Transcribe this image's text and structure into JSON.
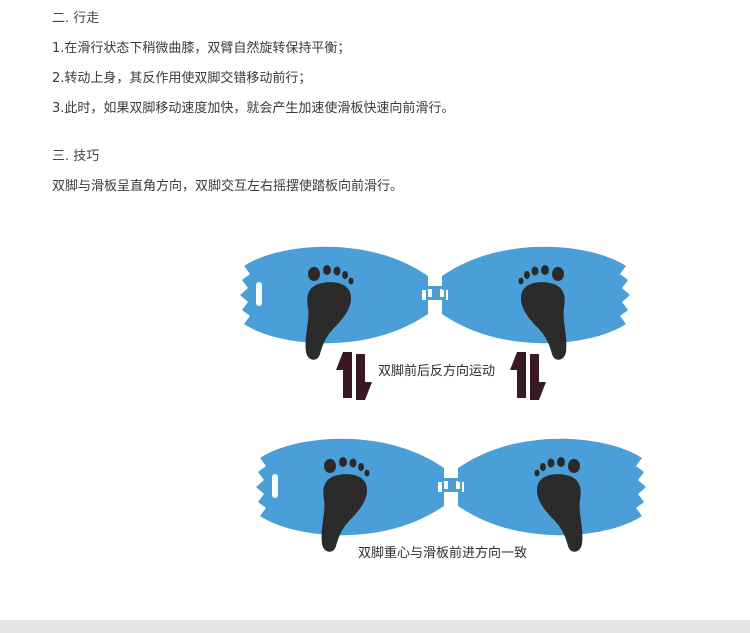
{
  "section_two": {
    "heading": "二. 行走",
    "steps": [
      "1.在滑行状态下稍微曲膝，双臂自然旋转保持平衡；",
      "2.转动上身，其反作用使双脚交错移动前行；",
      "3.此时，如果双脚移动速度加快，就会产生加速使滑板快速向前滑行。"
    ]
  },
  "section_three": {
    "heading": "三. 技巧",
    "text": "双脚与滑板呈直角方向，双脚交互左右摇摆使踏板向前滑行。"
  },
  "diagram": {
    "middle_label": "双脚前后反方向运动",
    "bottom_caption": "双脚重心与滑板前进方向一致",
    "board_color": "#4a9fd8",
    "footprint_color": "#2b2b2b",
    "arrow_color": "#3a1a22"
  }
}
